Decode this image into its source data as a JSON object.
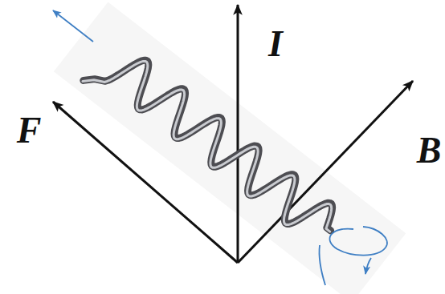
{
  "diagram": {
    "labels": [
      "F",
      "I",
      "B"
    ]
  }
}
